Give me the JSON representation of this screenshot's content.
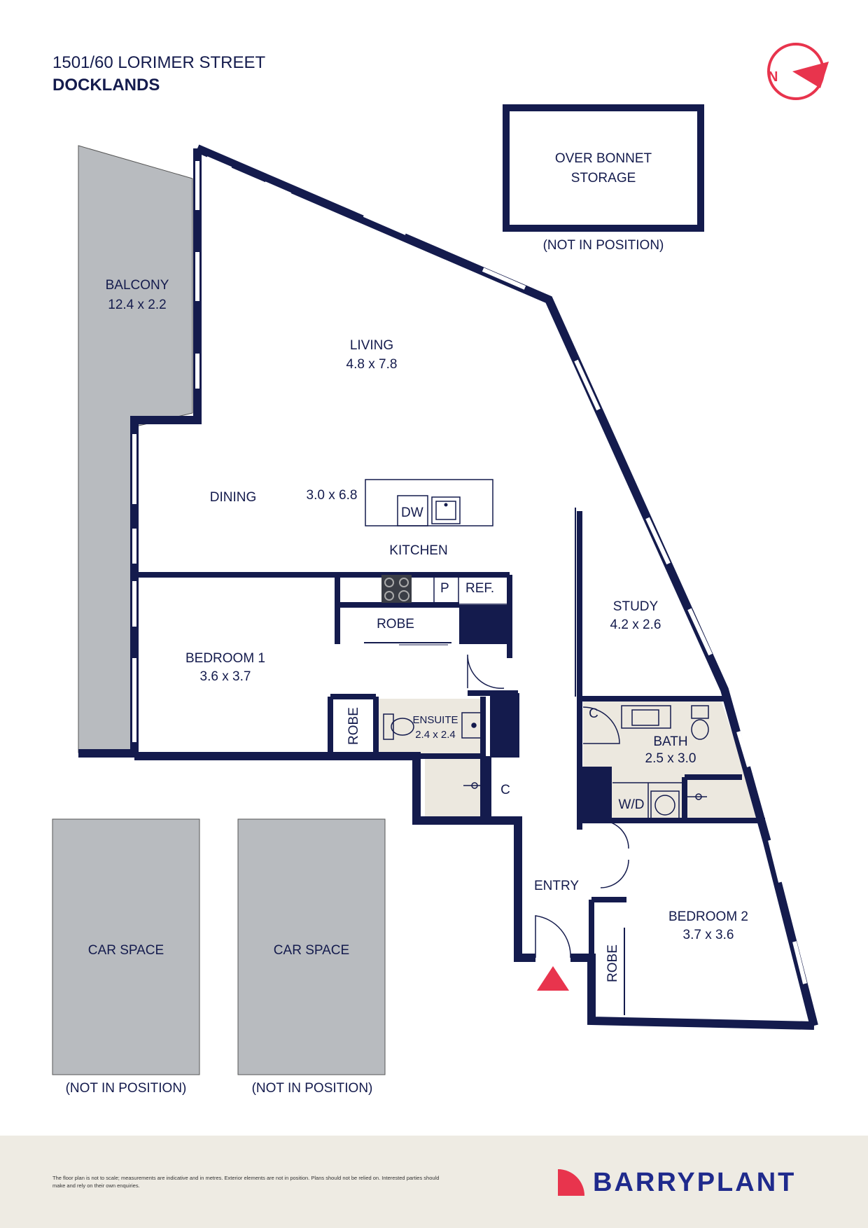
{
  "header": {
    "address": "1501/60 LORIMER STREET",
    "suburb": "DOCKLANDS"
  },
  "compass": {
    "letter": "N"
  },
  "rooms": {
    "balcony": {
      "name": "BALCONY",
      "size": "12.4 x 2.2"
    },
    "living": {
      "name": "LIVING",
      "size": "4.8 x 7.8"
    },
    "dining": {
      "name": "DINING"
    },
    "kitchen": {
      "name": "KITCHEN",
      "size": "3.0 x 6.8"
    },
    "bedroom1": {
      "name": "BEDROOM 1",
      "size": "3.6 x 3.7"
    },
    "study": {
      "name": "STUDY",
      "size": "4.2 x 2.6"
    },
    "ensuite": {
      "name": "ENSUITE",
      "size": "2.4 x 2.4"
    },
    "bath": {
      "name": "BATH",
      "size": "2.5 x 3.0"
    },
    "entry": {
      "name": "ENTRY"
    },
    "bedroom2": {
      "name": "BEDROOM 2",
      "size": "3.7 x 3.6"
    },
    "storage": {
      "line1": "OVER BONNET",
      "line2": "STORAGE",
      "note": "(NOT IN POSITION)"
    }
  },
  "fixtures": {
    "dw": "DW",
    "pantry": "P",
    "ref": "REF.",
    "robe": "ROBE",
    "cupboard": "C",
    "wd": "W/D"
  },
  "car_spaces": [
    {
      "label": "CAR SPACE",
      "note": "(NOT IN POSITION)"
    },
    {
      "label": "CAR SPACE",
      "note": "(NOT IN POSITION)"
    }
  ],
  "footer": {
    "disclaimer": "The floor plan is not to scale; measurements are indicative and in metres. Exterior elements are not in position. Plans should not be relied on. Interested parties should make and rely on their own enquiries.",
    "brand": "BARRYPLANT"
  },
  "colors": {
    "wall": "#141b4d",
    "balcony_fill": "#b8bbbf",
    "wet_area": "#ece8df",
    "accent": "#e8344d",
    "brand": "#1f2a8c",
    "footer_bg": "#eeebe3"
  }
}
